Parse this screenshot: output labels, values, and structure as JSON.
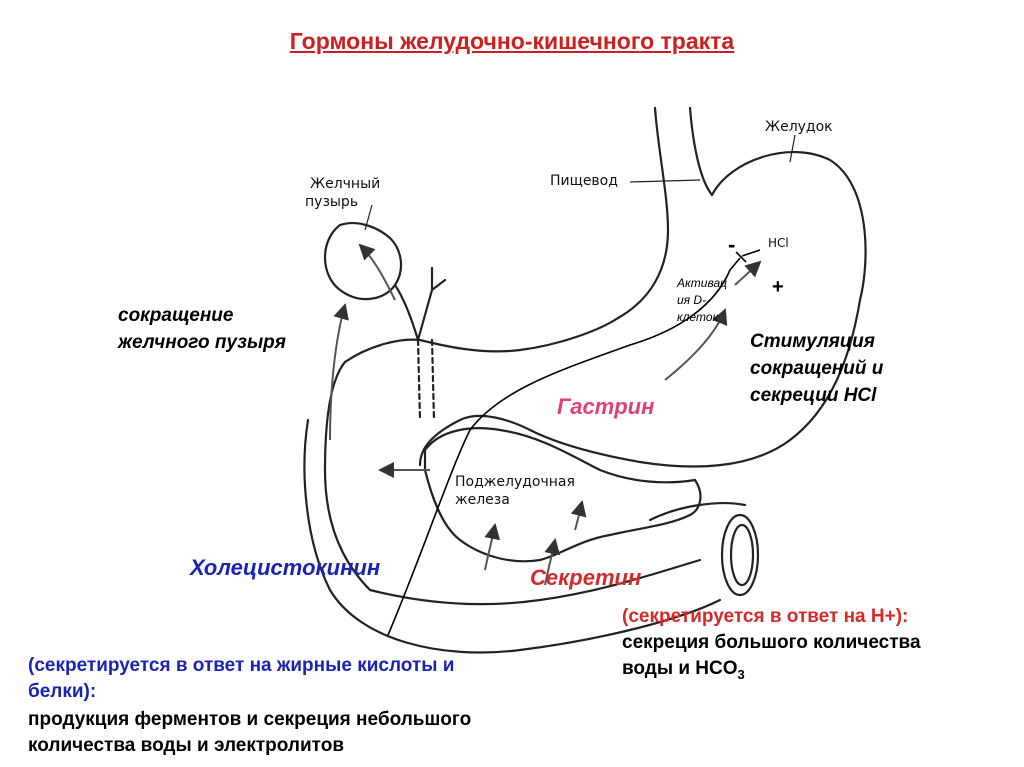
{
  "title": "Гормоны желудочно-кишечного тракта",
  "anatomy": {
    "gallbladder_line1": "Желчный",
    "gallbladder_line2": "пузырь",
    "esophagus": "Пищевод",
    "stomach": "Желудок",
    "pancreas_line1": "Поджелудочная",
    "pancreas_line2": "железа",
    "hcl": "HCl"
  },
  "labels": {
    "minus": "-",
    "plus": "+",
    "activation_line1": "Активац",
    "activation_line2": "ия D-",
    "activation_line3": "клеток",
    "gallbladder_contraction_line1": "сокращение",
    "gallbladder_contraction_line2": "желчного пузыря",
    "stimulation_line1": "Стимуляция",
    "stimulation_line2": "сокращений и",
    "stimulation_line3": "секреции HCl"
  },
  "hormones": {
    "gastrin": "Гастрин",
    "cholecystokinin": "Холецистокинин",
    "secretin": "Секретин"
  },
  "notes": {
    "secretin_line1": "(секретируется в ответ на H+):",
    "secretin_line2": "секреция большого количества",
    "secretin_line3_prefix": "воды и HCO",
    "secretin_line3_sub": "3",
    "cck_line1": "(секретируется в ответ на жирные кислоты и",
    "cck_line2": "белки):",
    "cck_line3": "продукция ферментов и секреция небольшого",
    "cck_line4": "количества воды и электролитов"
  }
}
